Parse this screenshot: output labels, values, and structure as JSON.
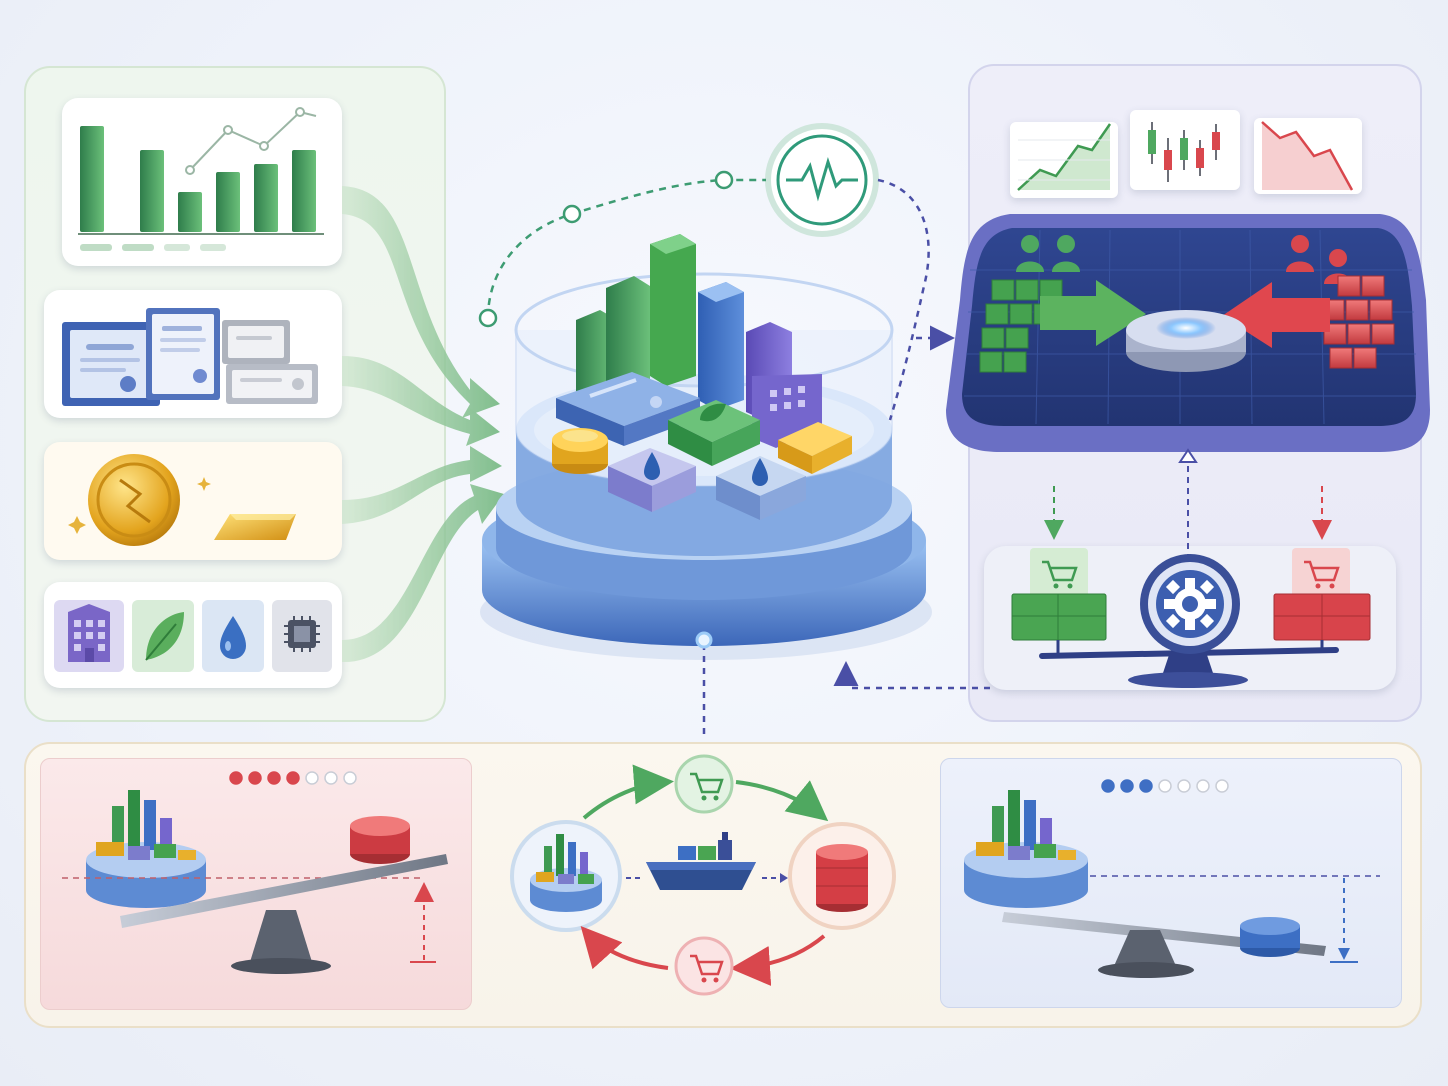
{
  "colors": {
    "green": "#4fa860",
    "red": "#d9474d",
    "blue": "#3f6fc4",
    "navy": "#2f3f86",
    "purple": "#7c6fd0",
    "gold": "#e2a824"
  },
  "icons": {
    "pulse": "pulse-icon",
    "cart": "shopping-cart-icon",
    "gear": "gear-icon",
    "leaf": "leaf-icon",
    "drop": "water-drop-icon",
    "chip": "microchip-icon",
    "building": "building-icon",
    "ship": "cargo-ship-icon"
  },
  "bottom": {
    "left_indicator": {
      "filled": 4,
      "total": 7
    },
    "right_indicator": {
      "filled": 3,
      "total": 7
    }
  }
}
